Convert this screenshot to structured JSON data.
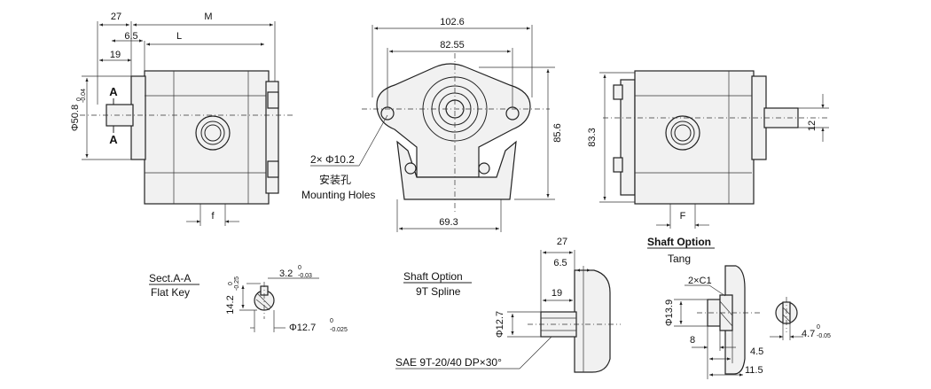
{
  "views": {
    "side_left": {
      "dims": [
        "27",
        "M",
        "6.5",
        "L",
        "19",
        "Φ50.8",
        "-0.04",
        "0",
        "f"
      ],
      "section_marks": [
        "A",
        "A"
      ]
    },
    "front": {
      "dims": [
        "102.6",
        "82.55",
        "85.6",
        "69.3"
      ],
      "holes_note": [
        "2× Φ10.2",
        "安装孔",
        "Mounting Holes"
      ]
    },
    "side_right": {
      "dims": [
        "83.3",
        "12",
        "F"
      ]
    }
  },
  "details": {
    "flat_key": {
      "title": "Sect.A-A",
      "subtitle": "Flat Key",
      "dims": [
        "3.2",
        "0",
        "-0.03",
        "14.2",
        "0",
        "-0.25",
        "Φ12.7",
        "0",
        "-0.025"
      ]
    },
    "spline": {
      "title": "Shaft Option",
      "subtitle": "9T Spline",
      "dims": [
        "27",
        "6.5",
        "19",
        "Φ12.7"
      ],
      "note": "SAE 9T-20/40 DP×30°"
    },
    "tang": {
      "title": "Shaft Option",
      "subtitle": "Tang",
      "dims": [
        "2×C1",
        "Φ13.9",
        "8",
        "4.5",
        "11.5",
        "4.7",
        "0",
        "-0.05"
      ]
    }
  }
}
